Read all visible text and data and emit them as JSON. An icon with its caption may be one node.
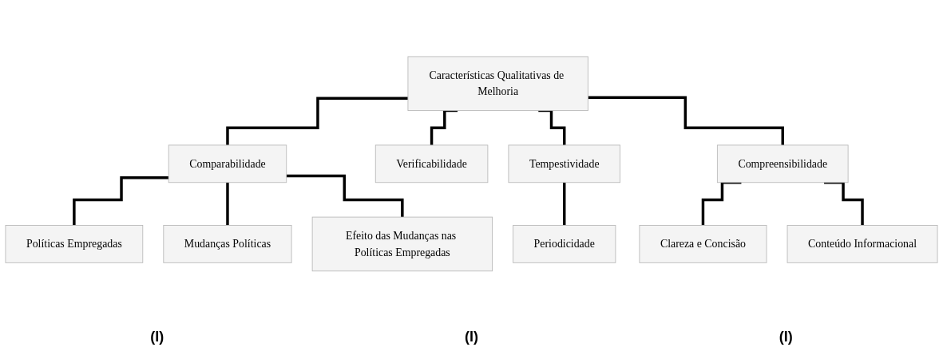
{
  "diagram": {
    "nodes": [
      {
        "text": [
          "Características Qualitativas de Melhoria"
        ]
      },
      {
        "text": [
          "Comparabilidade"
        ]
      },
      {
        "text": [
          "Verificabilidade"
        ]
      },
      {
        "text": [
          "Tempestividade"
        ]
      },
      {
        "text": [
          "Compreensibilidade"
        ]
      },
      {
        "text": [
          "Políticas Empregadas"
        ]
      },
      {
        "text": [
          "Mudanças Políticas"
        ]
      },
      {
        "text": [
          "Efeito das Mudanças nas Políticas Empregadas"
        ]
      },
      {
        "text": [
          "Periodicidade"
        ]
      },
      {
        "text": [
          "Clareza e Concisão"
        ]
      },
      {
        "text": [
          "Conteúdo Informacional"
        ]
      }
    ],
    "edges": [
      {
        "from": 0,
        "to": 1,
        "arrow": "none"
      },
      {
        "from": 0,
        "to": 2,
        "arrow": "none"
      },
      {
        "from": 0,
        "to": 3,
        "arrow": "none"
      },
      {
        "from": 0,
        "to": 4,
        "arrow": "none"
      },
      {
        "from": 1,
        "to": 5,
        "arrow": "none"
      },
      {
        "from": 1,
        "to": 6,
        "arrow": "none"
      },
      {
        "from": 1,
        "to": 7,
        "arrow": "none"
      },
      {
        "from": 3,
        "to": 8,
        "arrow": "none"
      },
      {
        "from": 4,
        "to": 9,
        "arrow": "none"
      },
      {
        "from": 4,
        "to": 10,
        "arrow": "none"
      }
    ],
    "labels": [
      "(I)",
      "(I)",
      "(I)"
    ]
  }
}
